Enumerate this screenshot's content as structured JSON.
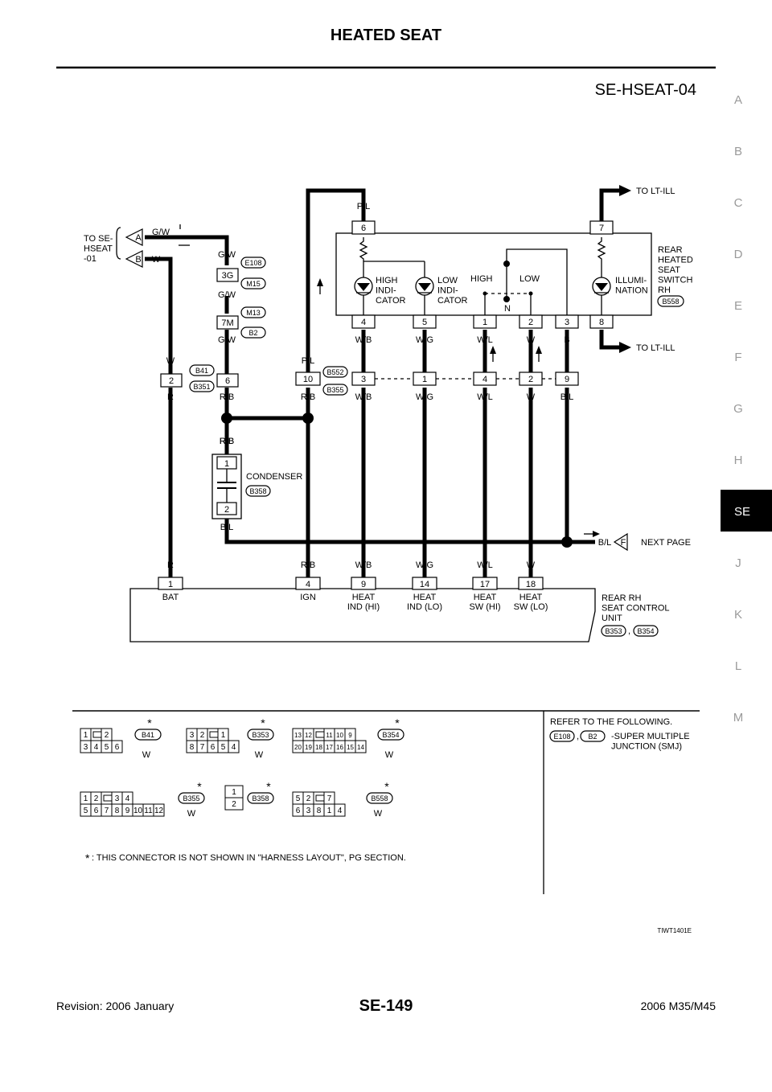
{
  "header": {
    "title": "HEATED SEAT",
    "diagram_id": "SE-HSEAT-04"
  },
  "side_index": {
    "letters": [
      "A",
      "B",
      "C",
      "D",
      "E",
      "F",
      "G",
      "H",
      "SE",
      "J",
      "K",
      "L",
      "M"
    ],
    "active": "SE"
  },
  "footer": {
    "revision": "Revision: 2006 January",
    "page": "SE-149",
    "model": "2006 M35/M45"
  },
  "figure_code": "TIWT1401E",
  "diagram": {
    "to_se_hseat": "TO SE-\nHSEAT\n-01",
    "to_lt_ill_top": "TO LT-ILL",
    "to_lt_ill_bottom": "TO LT-ILL",
    "connector_a": "A",
    "connector_b": "B",
    "connector_f": "F",
    "next_page": "NEXT PAGE",
    "switch_unit": "REAR\nHEATED\nSEAT\nSWITCH\nRH",
    "switch_conn": "B558",
    "high_indicator": "HIGH\nINDI-\nCATOR",
    "low_indicator": "LOW\nINDI-\nCATOR",
    "high": "HIGH",
    "low": "LOW",
    "n": "N",
    "illumination": "ILLUMI-\nNATION",
    "condenser": "CONDENSER",
    "condenser_conn": "B358",
    "control_unit": "REAR RH\nSEAT CONTROL\nUNIT",
    "control_conn_1": "B353",
    "control_conn_2": "B354",
    "comma": ",",
    "junction_labels": [
      "E108",
      "M15",
      "M13",
      "B2",
      "B41",
      "B351",
      "B552",
      "B355"
    ],
    "junction_pins": [
      "3G",
      "7M",
      "2",
      "6",
      "10",
      "3",
      "1",
      "4",
      "2",
      "9"
    ],
    "switch_pins_top": [
      "6",
      "7"
    ],
    "switch_pins_bottom": [
      "4",
      "5",
      "1",
      "2",
      "3",
      "8"
    ],
    "condenser_pins": [
      "1",
      "2"
    ],
    "unit_pins": [
      {
        "pin": "1",
        "name": "BAT"
      },
      {
        "pin": "4",
        "name": "IGN"
      },
      {
        "pin": "9",
        "name": "HEAT\nIND (HI)"
      },
      {
        "pin": "14",
        "name": "HEAT\nIND (LO)"
      },
      {
        "pin": "17",
        "name": "HEAT\nSW (HI)"
      },
      {
        "pin": "18",
        "name": "HEAT\nSW (LO)"
      }
    ],
    "wire_colors": [
      "G/W",
      "W",
      "G/W",
      "G/W",
      "G/W",
      "W",
      "R",
      "R/B",
      "R/B",
      "P/L",
      "P/L",
      "R/B",
      "W/B",
      "W/B",
      "W/G",
      "W/G",
      "W/L",
      "W/L",
      "W",
      "W",
      "B",
      "B/L",
      "R/B",
      "B/L",
      "B/L",
      "R",
      "R/B",
      "W/B",
      "W/G",
      "W/L",
      "W"
    ]
  },
  "legend": {
    "refer": "REFER TO THE FOLLOWING.",
    "smj_conn_1": "E108",
    "smj_conn_2": "B2",
    "smj_text": "-SUPER MULTIPLE\nJUNCTION (SMJ)",
    "connectors": [
      {
        "id": "B41",
        "color": "W",
        "rows": [
          [
            "1",
            "",
            "2"
          ],
          [
            "3",
            "4",
            "5",
            "6"
          ]
        ]
      },
      {
        "id": "B353",
        "color": "W",
        "rows": [
          [
            "3",
            "2",
            "",
            "1"
          ],
          [
            "8",
            "7",
            "6",
            "5",
            "4"
          ]
        ]
      },
      {
        "id": "B354",
        "color": "W",
        "rows": [
          [
            "13",
            "12",
            "",
            "11",
            "10",
            "9"
          ],
          [
            "20",
            "19",
            "18",
            "17",
            "16",
            "15",
            "14"
          ]
        ]
      },
      {
        "id": "B355",
        "color": "W",
        "rows": [
          [
            "1",
            "2",
            "",
            "3",
            "4"
          ],
          [
            "5",
            "6",
            "7",
            "8",
            "9",
            "10",
            "11",
            "12"
          ]
        ]
      },
      {
        "id": "B358",
        "color": "",
        "rows": [
          [
            "1"
          ],
          [
            "2"
          ]
        ]
      },
      {
        "id": "B558",
        "color": "W",
        "rows": [
          [
            "5",
            "2",
            "",
            "7"
          ],
          [
            "6",
            "3",
            "8",
            "1",
            "4"
          ]
        ]
      }
    ],
    "asterisk": "*",
    "note": ": THIS CONNECTOR IS NOT SHOWN IN \"HARNESS LAYOUT\", PG SECTION."
  }
}
